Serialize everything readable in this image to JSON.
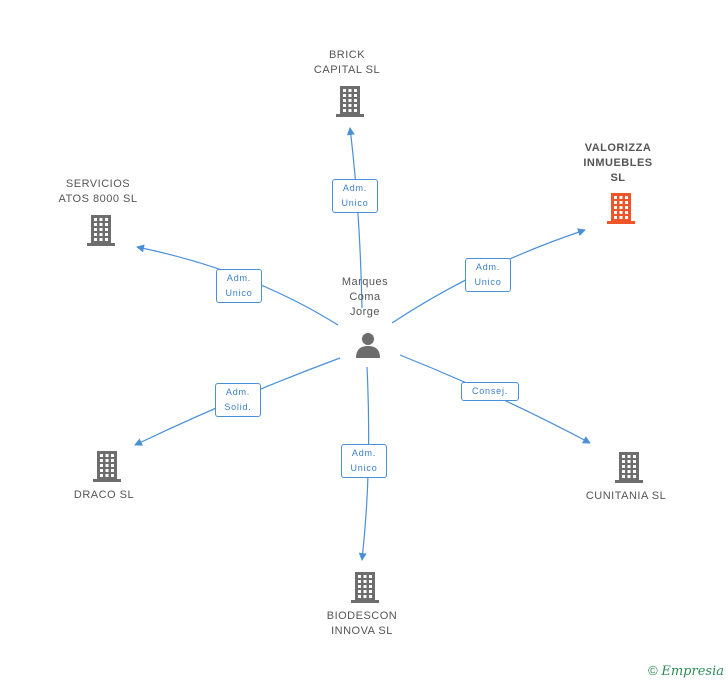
{
  "center": {
    "name": "Marques\nComa\nJorge",
    "icon": "person-icon"
  },
  "companies": [
    {
      "id": "brick",
      "name": "BRICK\nCAPITAL  SL",
      "role": "Adm.\nUnico",
      "icon": "building-icon",
      "color": "#6d6d6d",
      "highlight": false
    },
    {
      "id": "valorizza",
      "name": "VALORIZZA\nINMUEBLES\nSL",
      "role": "Adm.\nUnico",
      "icon": "building-icon",
      "color": "#f0552a",
      "highlight": true
    },
    {
      "id": "servicios",
      "name": "SERVICIOS\nATOS 8000 SL",
      "role": "Adm.\nUnico",
      "icon": "building-icon",
      "color": "#6d6d6d",
      "highlight": false
    },
    {
      "id": "draco",
      "name": "DRACO  SL",
      "role": "Adm.\nSolid.",
      "icon": "building-icon",
      "color": "#6d6d6d",
      "highlight": false
    },
    {
      "id": "biodescon",
      "name": "BIODESCON\nINNOVA  SL",
      "role": "Adm.\nUnico",
      "icon": "building-icon",
      "color": "#6d6d6d",
      "highlight": false
    },
    {
      "id": "cunitania",
      "name": "CUNITANIA SL",
      "role": "Consej.",
      "icon": "building-icon",
      "color": "#6d6d6d",
      "highlight": false
    }
  ],
  "colors": {
    "edge": "#4a90d9",
    "person": "#6d6d6d"
  },
  "footer": {
    "copyright": "©",
    "brand": "Empresia"
  }
}
